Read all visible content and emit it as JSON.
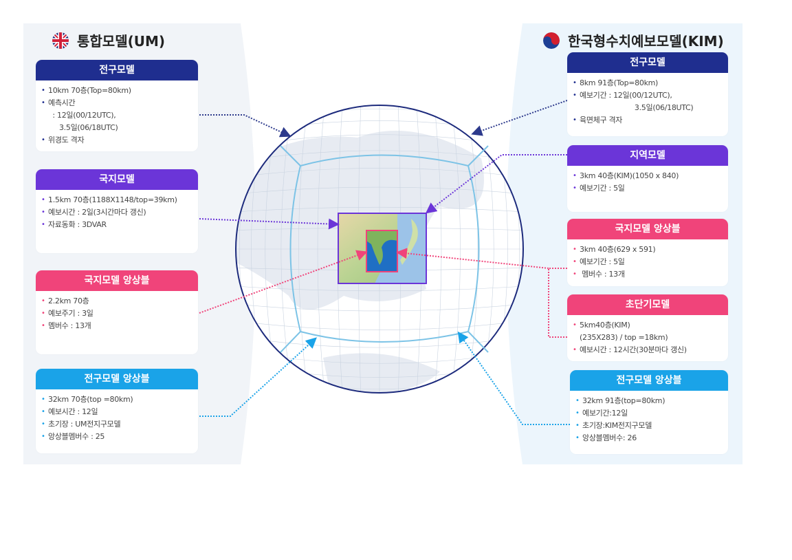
{
  "colors": {
    "navy": "#1f2e8f",
    "purple": "#6b35d8",
    "pink": "#f0447a",
    "blue": "#1aa3e8",
    "ring": "#1c2a7c",
    "panel_inner": "#7cc3e6"
  },
  "left": {
    "title": "통합모델(UM)",
    "flag_icon": "uk-flag-icon",
    "cards": [
      {
        "header": "전구모델",
        "items": [
          "10km 70층(Top=80km)",
          "예측시간",
          "  : 12일(00/12UTC),",
          "     3.5일(06/18UTC)",
          "위경도 격자"
        ]
      },
      {
        "header": "국지모델",
        "items": [
          "1.5km 70층(1188X1148/top=39km)",
          "예보시간 : 2일(3시간마다 갱신)",
          "자료동화 : 3DVAR"
        ]
      },
      {
        "header": "국지모델 앙상블",
        "items": [
          "2.2km 70층",
          "예보주기 : 3일",
          "멤버수 : 13개"
        ]
      },
      {
        "header": "전구모델 앙상블",
        "items": [
          "32km 70층(top =80km)",
          "예보시간 : 12일",
          "초기장 : UM전지구모델",
          "앙상블멤버수 : 25"
        ]
      }
    ]
  },
  "right": {
    "title": "한국형수치예보모델(KIM)",
    "flag_icon": "korea-taegeuk-icon",
    "cards": [
      {
        "header": "전구모델",
        "items": [
          "8km 91층(Top=80km)",
          "예보기간 : 12일(00/12UTC),",
          "                         3.5일(06/18UTC)",
          "육면체구 격자"
        ]
      },
      {
        "header": "지역모델",
        "items": [
          "3km 40층(KIM)(1050 x 840)",
          "예보기간 : 5일"
        ]
      },
      {
        "header": "국지모델 앙상블",
        "items": [
          "3km 40층(629 x 591)",
          "예보기간 : 5일",
          " 멤버수 : 13개"
        ]
      },
      {
        "header": "초단기모델",
        "items": [
          "5km40층(KIM)",
          "(235X283) / top =18km)",
          "예보시간 : 12시간(30분마다 갱신)"
        ]
      },
      {
        "header": "전구모델 앙상블",
        "items": [
          "32km 91층(top=80km)",
          "예보기간:12일",
          "초기장:KIM전지구모델",
          "앙상블멤버수: 26"
        ]
      }
    ]
  }
}
